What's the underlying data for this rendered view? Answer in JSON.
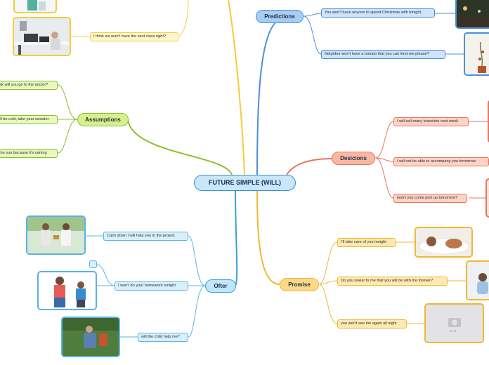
{
  "center": {
    "label": "FUTURE SIMPLE (WILL)"
  },
  "colors": {
    "predictions": "#4a90d9",
    "desicions": "#e8755a",
    "promise": "#f2b632",
    "ofter": "#5ab4e0",
    "assumptions": "#8bbf2e",
    "top": "#f5cc3d"
  },
  "branches": {
    "top": {
      "items": [
        {
          "label": "I think we won't have the next class right?"
        }
      ]
    },
    "assumptions": {
      "label": "Assumptions",
      "items": [
        {
          "label": "ek will you go to the doctor?"
        },
        {
          "label": "ill be cold, take your sweater"
        },
        {
          "label": "the sun because it's raining"
        }
      ]
    },
    "predictions": {
      "label": "Predictions",
      "items": [
        {
          "label": "You won't have anyone to spend Christmas with tonight"
        },
        {
          "label": "Neighbor won't have a tomato that you can lend me please?"
        }
      ]
    },
    "desicions": {
      "label": "Desicions",
      "items": [
        {
          "label": "I will sell many bracelets next week"
        },
        {
          "label": "I will not be able to accompany you tomorrow"
        },
        {
          "label": "won't you come pick up tomorrow?"
        }
      ]
    },
    "promise": {
      "label": "Promise",
      "items": [
        {
          "label": "I'll take care of you tonight"
        },
        {
          "label": "Do you swear to me that you will be with me forever?"
        },
        {
          "label": "you won't see me again all night"
        }
      ]
    },
    "ofter": {
      "label": "Ofter",
      "items": [
        {
          "label": "Calm down I will help you in the project"
        },
        {
          "label": "I won't do your homework tonight"
        },
        {
          "label": "will the child help me?"
        }
      ]
    }
  }
}
